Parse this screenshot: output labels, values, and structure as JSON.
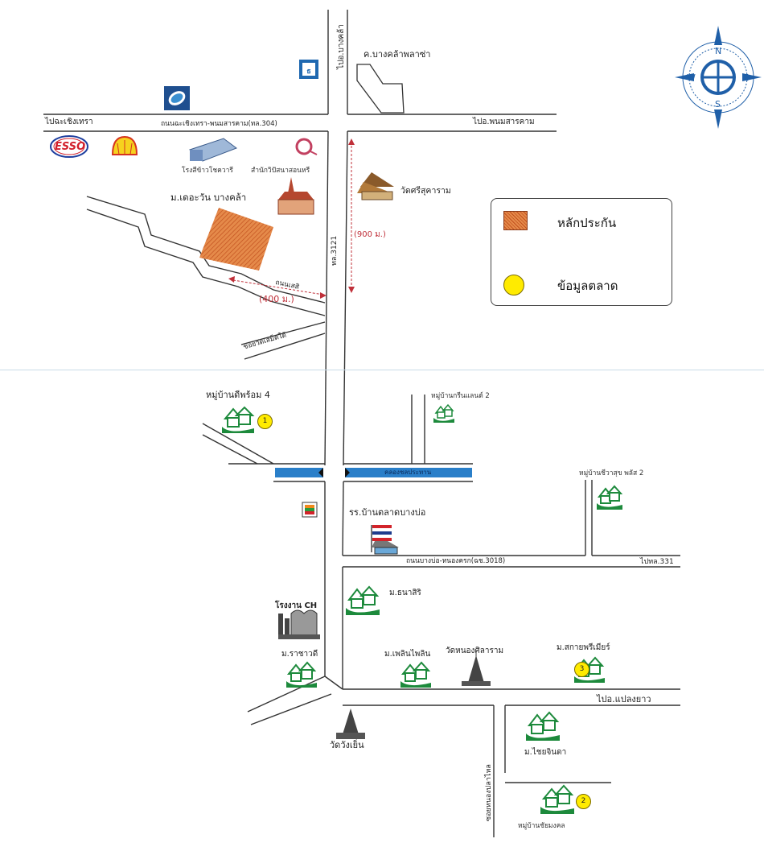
{
  "roads": {
    "north_road_label": "ไปอ.บางคล้า",
    "main_road_label": "ถนนฉะเชิงเทรา-พนมสารคาม(ทล.304)",
    "to_chachoengsao": "ไปฉะเชิงเทรา",
    "to_phanom": "ไปอ.พนมสารคาม",
    "route_3121": "ทล.3121",
    "side_road": "ถนนเสสิ",
    "soi": "ซอยวัดเสม็ดใต้",
    "canal": "คลองชลประทาน",
    "bangbo_road": "ถนนบางบ่อ-หนองครก(ฉช.3018)",
    "to_331": "ไปทล.331",
    "to_plaengyao": "ไปอ.แปลงยาว",
    "lower_soi": "ซอยหนองปลาไหล"
  },
  "distances": {
    "d900": "(900 ม.)",
    "d400": "(400 ม.)"
  },
  "places": {
    "plaza": "ค.บางคล้าพลาซ่า",
    "rice_mill": "โรงสีข้าวโชควารี",
    "meditation": "สำนักวิปัสนาสอนหรี",
    "project": "ม.เดอะวัน บางคล้า",
    "temple_sri": "วัดศรีสุคาราม",
    "village4": "หมู่บ้านดีพร้อม 4",
    "greenland": "หมู่บ้านกรีนแลนด์ 2",
    "school": "รร.บ้านตลาดบางบ่อ",
    "chewasuk": "หมู่บ้านชีวาสุข พลัส 2",
    "thanathiri": "ม.ธนาสิริ",
    "factory": "โรงงาน CH",
    "rachawadee": "ม.ราชาวดี",
    "pleon": "ม.เพลินไพลิน",
    "temple_nong": "วัดหนองศิลาราม",
    "sakai": "ม.สกายพรีเมียร์",
    "temple_wang": "วัดวังเย็น",
    "chaiyen": "ม.ไชยจินดา",
    "bottom_village": "หมู่บ้านชัยมงคล"
  },
  "brands": {
    "esso": "ESSO"
  },
  "markers": [
    "1",
    "2",
    "3"
  ],
  "compass": {
    "n": "N",
    "s": "S",
    "e": "E",
    "w": "W"
  },
  "legend": {
    "collateral": "หลักประกัน",
    "market_data": "ข้อมูลตลาด"
  },
  "colors": {
    "road": "#333333",
    "collateral": "#e07030",
    "market": "#ffeb00",
    "canal": "#2a7fc9",
    "house": "#1d8a3c",
    "distance": "#c0303a"
  },
  "icons": [
    "compass-icon",
    "bank-icon",
    "bank-leaf-icon",
    "esso-logo-icon",
    "shell-logo-icon",
    "warehouse-icon",
    "tyre-icon",
    "temple-icon",
    "church-icon",
    "house-icon",
    "school-flag-icon",
    "seven-eleven-icon",
    "factory-icon",
    "stupa-icon"
  ]
}
